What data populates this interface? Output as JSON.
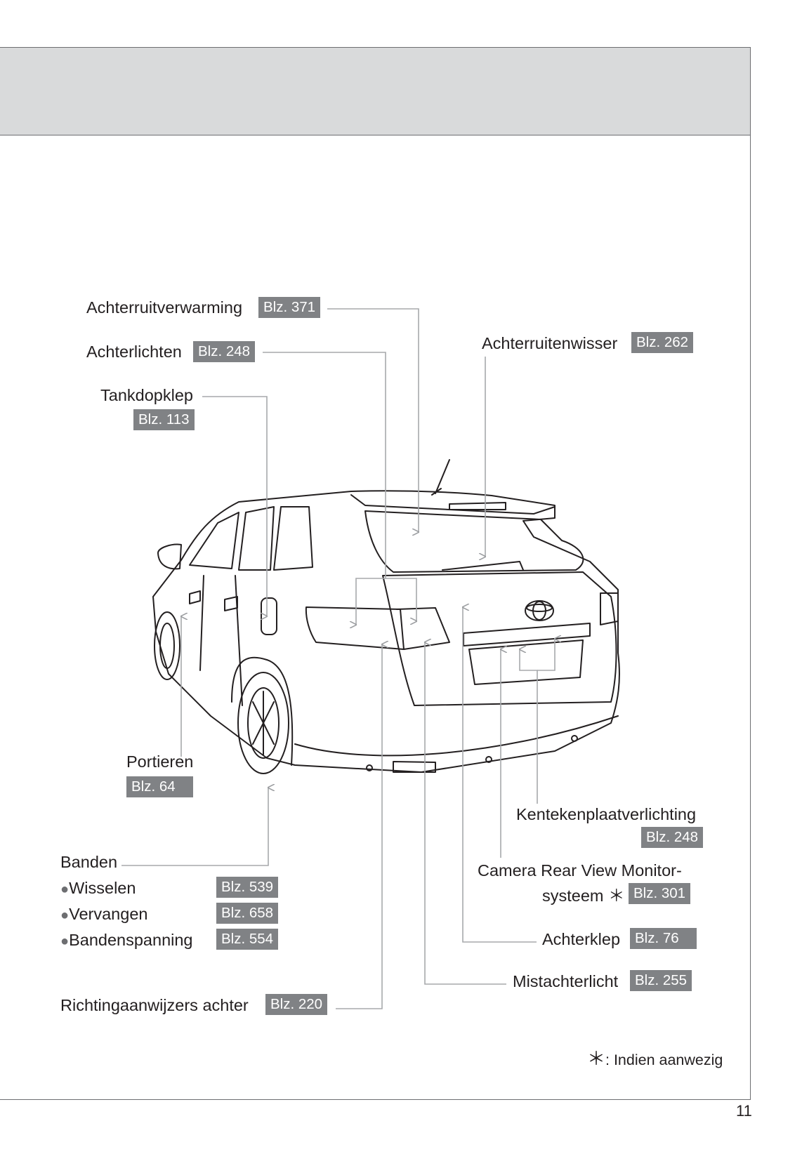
{
  "page": {
    "number": "11"
  },
  "labels": {
    "achterruitverwarming": {
      "text": "Achterruitverwarming",
      "ref": "Blz. 371"
    },
    "achterlichten": {
      "text": "Achterlichten",
      "ref": "Blz. 248"
    },
    "tankdopklep": {
      "text": "Tankdopklep",
      "ref": "Blz. 113"
    },
    "achterruitenwisser": {
      "text": "Achterruitenwisser",
      "ref": "Blz. 262"
    },
    "portieren": {
      "text": "Portieren",
      "ref": "Blz. 64"
    },
    "banden": {
      "text": "Banden",
      "items": [
        {
          "bullet": "●",
          "text": "Wisselen",
          "ref": "Blz. 539"
        },
        {
          "bullet": "●",
          "text": "Vervangen",
          "ref": "Blz. 658"
        },
        {
          "bullet": "●",
          "text": "Bandenspanning",
          "ref": "Blz. 554"
        }
      ]
    },
    "richtingaanwijzers": {
      "text": "Richtingaanwijzers achter",
      "ref": "Blz. 220"
    },
    "kentekenplaatverlichting": {
      "text": "Kentekenplaatverlichting",
      "ref": "Blz. 248"
    },
    "camera": {
      "line1": "Camera Rear View Monitor-",
      "line2": "systeem",
      "star": "＊",
      "ref": "Blz. 301"
    },
    "achterklep": {
      "text": "Achterklep",
      "ref": "Blz. 76"
    },
    "mistachterlicht": {
      "text": "Mistachterlicht",
      "ref": "Blz. 255"
    }
  },
  "footnote": {
    "star": "＊",
    "text": ": Indien aanwezig"
  },
  "colors": {
    "ref_bg": "#808285",
    "header_bg": "#d9dadb",
    "leader": "#a7a9ac",
    "ink": "#231f20"
  }
}
